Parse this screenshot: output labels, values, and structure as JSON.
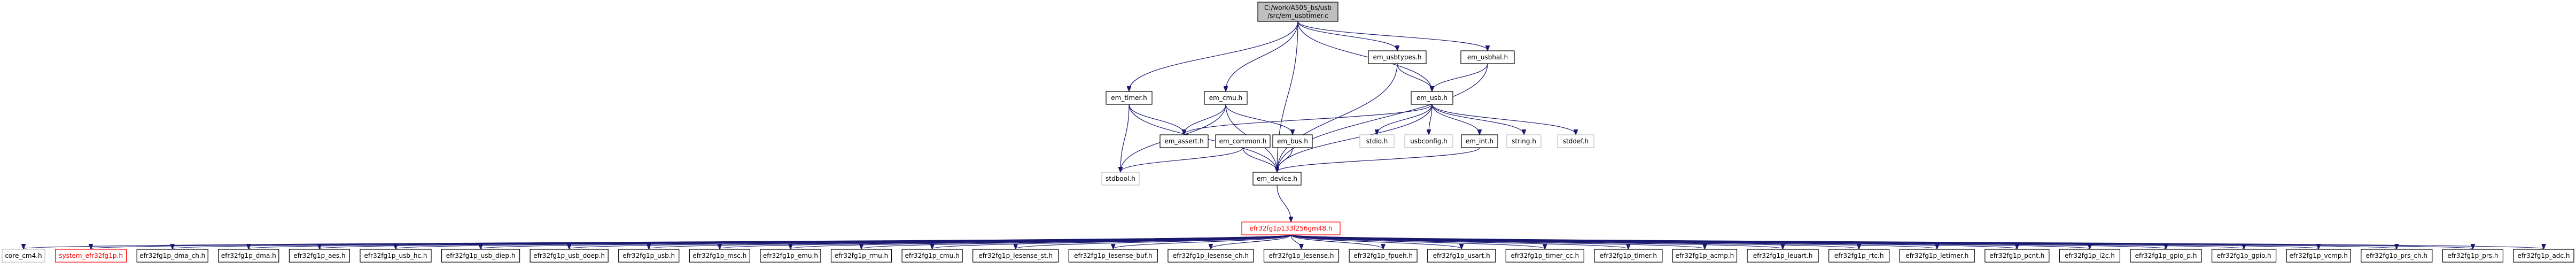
{
  "graph": {
    "nodes": [
      {
        "id": "root",
        "lines": [
          "C:/work/A505_bs/usb",
          "/src/em_usbtimer.c"
        ],
        "style": "root"
      },
      {
        "id": "usbtypes",
        "lines": [
          "em_usbtypes.h"
        ]
      },
      {
        "id": "usbhal",
        "lines": [
          "em_usbhal.h"
        ]
      },
      {
        "id": "timer",
        "lines": [
          "em_timer.h"
        ]
      },
      {
        "id": "cmu",
        "lines": [
          "em_cmu.h"
        ]
      },
      {
        "id": "usb",
        "lines": [
          "em_usb.h"
        ]
      },
      {
        "id": "assert",
        "lines": [
          "em_assert.h"
        ]
      },
      {
        "id": "bus",
        "lines": [
          "em_bus.h"
        ]
      },
      {
        "id": "common",
        "lines": [
          "em_common.h"
        ]
      },
      {
        "id": "stdio",
        "lines": [
          "stdio.h"
        ],
        "style": "ghost"
      },
      {
        "id": "usbconfig",
        "lines": [
          "usbconfig.h"
        ],
        "style": "ghost"
      },
      {
        "id": "int",
        "lines": [
          "em_int.h"
        ]
      },
      {
        "id": "string",
        "lines": [
          "string.h"
        ],
        "style": "ghost"
      },
      {
        "id": "stddef",
        "lines": [
          "stddef.h"
        ],
        "style": "ghost"
      },
      {
        "id": "stdbool",
        "lines": [
          "stdbool.h"
        ],
        "style": "ghost"
      },
      {
        "id": "device",
        "lines": [
          "em_device.h"
        ]
      },
      {
        "id": "efm",
        "lines": [
          "efr32fg1p133f256gm48.h"
        ],
        "style": "warn"
      }
    ],
    "leaves": [
      {
        "id": "core_cm4",
        "label": "core_cm4.h",
        "style": "ghost"
      },
      {
        "id": "system",
        "label": "system_efr32fg1p.h",
        "style": "warn"
      },
      {
        "id": "dma_ch",
        "label": "efr32fg1p_dma_ch.h"
      },
      {
        "id": "dma",
        "label": "efr32fg1p_dma.h"
      },
      {
        "id": "aes",
        "label": "efr32fg1p_aes.h"
      },
      {
        "id": "usb_hc",
        "label": "efr32fg1p_usb_hc.h"
      },
      {
        "id": "usb_diep",
        "label": "efr32fg1p_usb_diep.h"
      },
      {
        "id": "usb_doep",
        "label": "efr32fg1p_usb_doep.h"
      },
      {
        "id": "usbd",
        "label": "efr32fg1p_usb.h"
      },
      {
        "id": "msc",
        "label": "efr32fg1p_msc.h"
      },
      {
        "id": "emu",
        "label": "efr32fg1p_emu.h"
      },
      {
        "id": "rmu",
        "label": "efr32fg1p_rmu.h"
      },
      {
        "id": "cmud",
        "label": "efr32fg1p_cmu.h"
      },
      {
        "id": "lesense_st",
        "label": "efr32fg1p_lesense_st.h"
      },
      {
        "id": "lesense_buf",
        "label": "efr32fg1p_lesense_buf.h"
      },
      {
        "id": "lesense_ch",
        "label": "efr32fg1p_lesense_ch.h"
      },
      {
        "id": "lesense",
        "label": "efr32fg1p_lesense.h"
      },
      {
        "id": "fpueh",
        "label": "efr32fg1p_fpueh.h"
      },
      {
        "id": "usart",
        "label": "efr32fg1p_usart.h"
      },
      {
        "id": "timer_cc",
        "label": "efr32fg1p_timer_cc.h"
      },
      {
        "id": "timerd",
        "label": "efr32fg1p_timer.h"
      },
      {
        "id": "acmp",
        "label": "efr32fg1p_acmp.h"
      },
      {
        "id": "leuart",
        "label": "efr32fg1p_leuart.h"
      },
      {
        "id": "rtc",
        "label": "efr32fg1p_rtc.h"
      },
      {
        "id": "letimer",
        "label": "efr32fg1p_letimer.h"
      },
      {
        "id": "pcnt",
        "label": "efr32fg1p_pcnt.h"
      },
      {
        "id": "i2c",
        "label": "efr32fg1p_i2c.h"
      },
      {
        "id": "gpio_p",
        "label": "efr32fg1p_gpio_p.h"
      },
      {
        "id": "gpio",
        "label": "efr32fg1p_gpio.h"
      },
      {
        "id": "vcmp",
        "label": "efr32fg1p_vcmp.h"
      },
      {
        "id": "prs_ch",
        "label": "efr32fg1p_prs_ch.h"
      },
      {
        "id": "prs",
        "label": "efr32fg1p_prs.h"
      },
      {
        "id": "adc",
        "label": "efr32fg1p_adc.h"
      }
    ],
    "edges": [
      [
        "root",
        "usbtypes"
      ],
      [
        "root",
        "usbhal"
      ],
      [
        "root",
        "timer"
      ],
      [
        "root",
        "cmu"
      ],
      [
        "root",
        "usb"
      ],
      [
        "root",
        "device"
      ],
      [
        "usbtypes",
        "usb"
      ],
      [
        "usbtypes",
        "device"
      ],
      [
        "usbhal",
        "usb"
      ],
      [
        "usbhal",
        "device"
      ],
      [
        "timer",
        "assert"
      ],
      [
        "timer",
        "device"
      ],
      [
        "timer",
        "stdbool"
      ],
      [
        "cmu",
        "assert"
      ],
      [
        "cmu",
        "bus"
      ],
      [
        "cmu",
        "device"
      ],
      [
        "cmu",
        "stdbool"
      ],
      [
        "usb",
        "stdio"
      ],
      [
        "usb",
        "usbconfig"
      ],
      [
        "usb",
        "int"
      ],
      [
        "usb",
        "string"
      ],
      [
        "usb",
        "stddef"
      ],
      [
        "usb",
        "device"
      ],
      [
        "usb",
        "assert"
      ],
      [
        "common",
        "stdbool"
      ],
      [
        "common",
        "device"
      ],
      [
        "bus",
        "device"
      ],
      [
        "int",
        "device"
      ],
      [
        "device",
        "efm"
      ]
    ]
  }
}
